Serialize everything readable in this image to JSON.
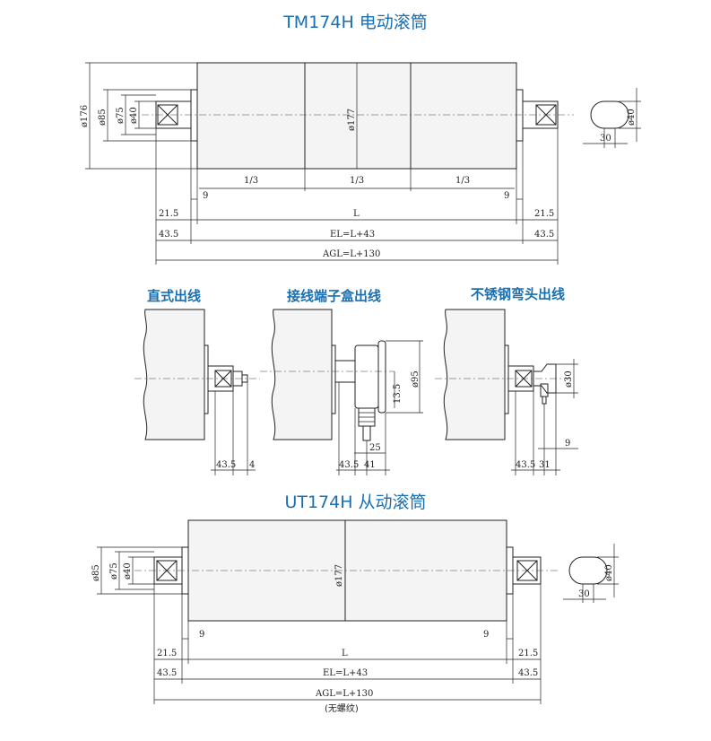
{
  "titles": {
    "motor": "TM174H 电动滚筒",
    "idler": "UT174H 从动滚筒"
  },
  "outlets": {
    "straight": "直式出线",
    "terminal_box": "接线端子盒出线",
    "elbow": "不锈钢弯头出线"
  },
  "motor_dims": {
    "d176": "ø176",
    "d85": "ø85",
    "d75": "ø75",
    "d40": "ø40",
    "d177": "ø177",
    "third": "1/3",
    "nine": "9",
    "shaft": "21.5",
    "L": "L",
    "flange": "43.5",
    "EL": "EL=L+43",
    "AGL": "AGL=L+130",
    "flat_d40": "ø40",
    "flat_30": "30"
  },
  "outlet_dims": {
    "s_435": "43.5",
    "s_4": "4",
    "t_d95": "ø95",
    "t_135": "13.5",
    "t_25": "25",
    "t_435": "43.5",
    "t_41": "41",
    "e_d30": "ø30",
    "e_9": "9",
    "e_435": "43.5",
    "e_31": "31"
  },
  "idler_dims": {
    "d85": "ø85",
    "d75": "ø75",
    "d40": "ø40",
    "d177": "ø177",
    "nine": "9",
    "shaft": "21.5",
    "L": "L",
    "flange": "43.5",
    "EL": "EL=L+43",
    "AGL": "AGL=L+130",
    "note": "(无螺纹)",
    "flat_d40": "ø40",
    "flat_30": "30"
  }
}
